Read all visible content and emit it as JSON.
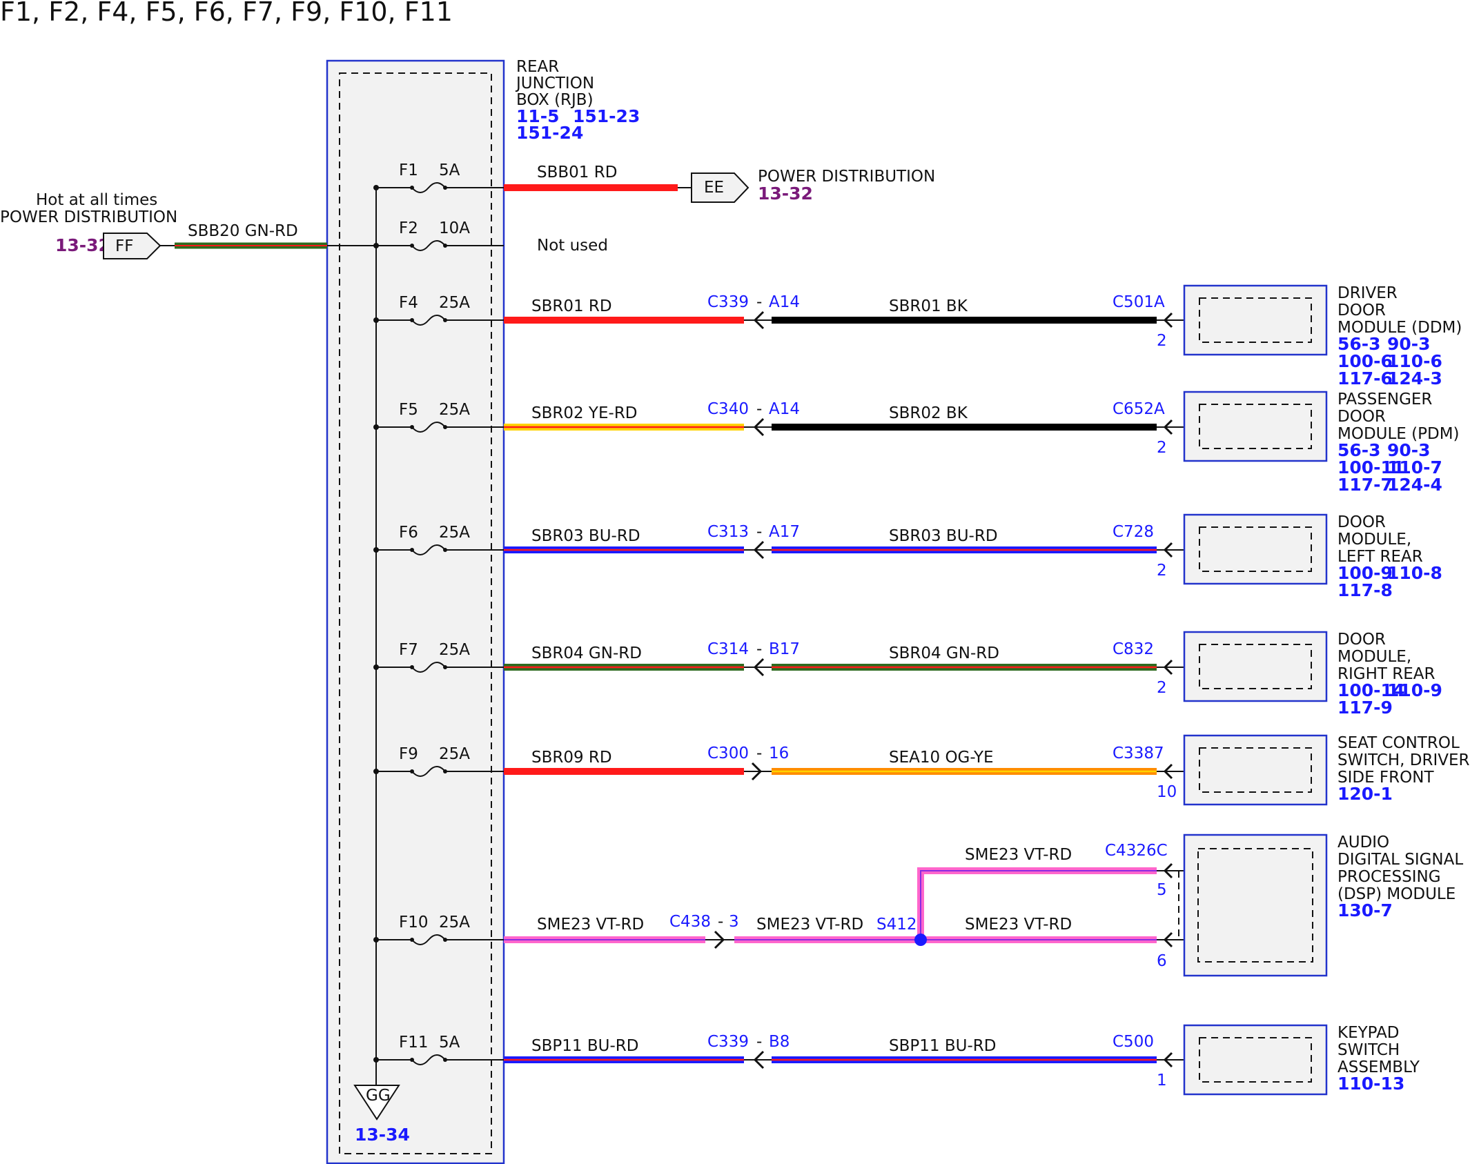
{
  "title": "F1, F2, F4, F5, F6, F7, F9, F10, F11",
  "colors": {
    "RD": "#ff1a1a",
    "BK": "#000000",
    "GN": "#2e6b1f",
    "YE": "#ffd200",
    "BU": "#1a1aff",
    "OG": "#ff8c00",
    "VT": "#8a2be2",
    "PK": "#ff66cc",
    "link": "#1a1aff",
    "ref_purple": "#7a1a7a"
  },
  "rjb": {
    "name_lines": [
      "REAR",
      "JUNCTION",
      "BOX (RJB)"
    ],
    "refs": [
      "11-5",
      "151-23",
      "151-24"
    ],
    "ground_label": "GG",
    "ground_ref": "13-34"
  },
  "input": {
    "lines": [
      "Hot at all times",
      "POWER DISTRIBUTION"
    ],
    "ref": "13-32",
    "connector": "FF",
    "wire": "SBB20  GN-RD"
  },
  "fuses": [
    {
      "id": "F1",
      "rating": "5A"
    },
    {
      "id": "F2",
      "rating": "10A"
    },
    {
      "id": "F4",
      "rating": "25A"
    },
    {
      "id": "F5",
      "rating": "25A"
    },
    {
      "id": "F6",
      "rating": "25A"
    },
    {
      "id": "F7",
      "rating": "25A"
    },
    {
      "id": "F9",
      "rating": "25A"
    },
    {
      "id": "F10",
      "rating": "25A"
    },
    {
      "id": "F11",
      "rating": "5A"
    }
  ],
  "f1_out": {
    "wire": "SBB01  RD",
    "connector": "EE",
    "dest": "POWER DISTRIBUTION",
    "ref": "13-32"
  },
  "f2_out": {
    "text": "Not used"
  },
  "circuits": [
    {
      "fuse": "F4",
      "wire1": "SBR01  RD",
      "conn": "C339",
      "pin": "A14",
      "wire2": "SBR01  BK",
      "end_conn": "C501A",
      "end_pin": "2",
      "name_lines": [
        "DRIVER",
        "DOOR",
        "MODULE (DDM)"
      ],
      "refs": [
        "56-3",
        "90-3",
        "100-6",
        "110-6",
        "117-6",
        "124-3"
      ]
    },
    {
      "fuse": "F5",
      "wire1": "SBR02  YE-RD",
      "conn": "C340",
      "pin": "A14",
      "wire2": "SBR02  BK",
      "end_conn": "C652A",
      "end_pin": "2",
      "name_lines": [
        "PASSENGER",
        "DOOR",
        "MODULE (PDM)"
      ],
      "refs": [
        "56-3",
        "90-3",
        "100-11",
        "110-7",
        "117-7",
        "124-4"
      ]
    },
    {
      "fuse": "F6",
      "wire1": "SBR03  BU-RD",
      "conn": "C313",
      "pin": "A17",
      "wire2": "SBR03  BU-RD",
      "end_conn": "C728",
      "end_pin": "2",
      "name_lines": [
        "DOOR",
        "MODULE,",
        "LEFT REAR"
      ],
      "refs": [
        "100-9",
        "110-8",
        "117-8"
      ]
    },
    {
      "fuse": "F7",
      "wire1": "SBR04  GN-RD",
      "conn": "C314",
      "pin": "B17",
      "wire2": "SBR04  GN-RD",
      "end_conn": "C832",
      "end_pin": "2",
      "name_lines": [
        "DOOR",
        "MODULE,",
        "RIGHT REAR"
      ],
      "refs": [
        "100-14",
        "110-9",
        "117-9"
      ]
    },
    {
      "fuse": "F9",
      "wire1": "SBR09  RD",
      "conn": "C300",
      "pin": "16",
      "wire2": "SEA10  OG-YE",
      "end_conn": "C3387",
      "end_pin": "10",
      "name_lines": [
        "SEAT CONTROL",
        "SWITCH, DRIVER",
        "SIDE FRONT"
      ],
      "refs": [
        "120-1"
      ]
    },
    {
      "fuse": "F11",
      "wire1": "SBP11  BU-RD",
      "conn": "C339",
      "pin": "B8",
      "wire2": "SBP11  BU-RD",
      "end_conn": "C500",
      "end_pin": "1",
      "name_lines": [
        "KEYPAD",
        "SWITCH",
        "ASSEMBLY"
      ],
      "refs": [
        "110-13"
      ]
    }
  ],
  "f10": {
    "wire1": "SME23  VT-RD",
    "conn": "C438",
    "pin": "3",
    "wire2": "SME23  VT-RD",
    "splice": "S412",
    "wire3": "SME23  VT-RD",
    "wire4": "SME23  VT-RD",
    "end_conn": "C4326C",
    "pin_a": "5",
    "pin_b": "6",
    "name_lines": [
      "AUDIO",
      "DIGITAL SIGNAL",
      "PROCESSING",
      "(DSP) MODULE"
    ],
    "refs": [
      "130-7"
    ]
  }
}
